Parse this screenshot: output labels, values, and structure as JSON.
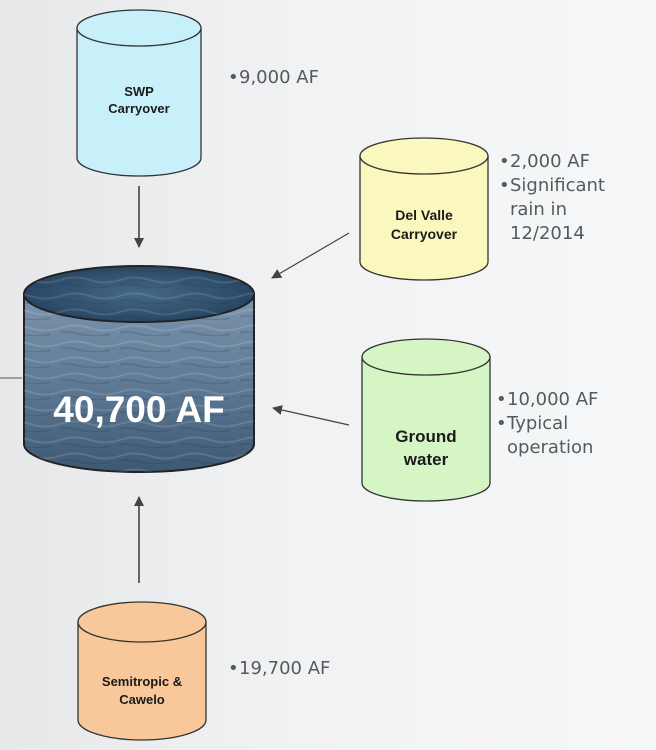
{
  "sources": {
    "swp": {
      "label_lines": [
        "SWP",
        "Carryover"
      ],
      "notes": [
        "9,000 AF"
      ],
      "color": "#c8f0fa"
    },
    "del_valle": {
      "label_lines": [
        "Del Valle",
        "Carryover"
      ],
      "notes": [
        "2,000 AF",
        "Significant rain in 12/2014"
      ],
      "color": "#fbf8bf"
    },
    "groundwater": {
      "label_lines": [
        "Ground",
        "water"
      ],
      "notes": [
        "10,000 AF",
        "Typical operation"
      ],
      "color": "#d6f5c5"
    },
    "semitropic": {
      "label_lines": [
        "Semitropic &",
        "Cawelo"
      ],
      "notes": [
        "19,700 AF"
      ],
      "color": "#f8c89a"
    }
  },
  "total": {
    "label": "40,700 AF"
  }
}
